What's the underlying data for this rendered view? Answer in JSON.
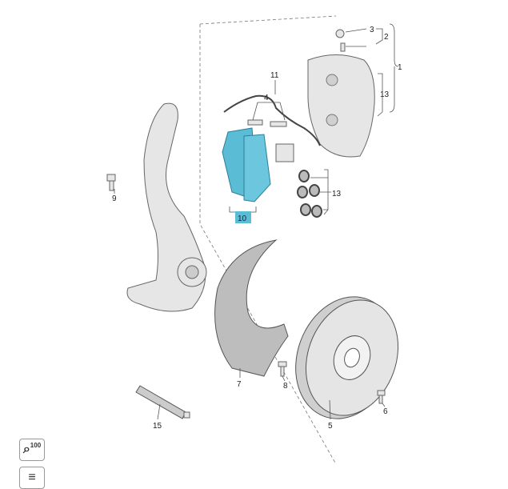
{
  "diagram": {
    "callouts": {
      "c1": "1",
      "c2": "2",
      "c3": "3",
      "c4": "4",
      "c5": "5",
      "c6": "6",
      "c7": "7",
      "c8": "8",
      "c9": "9",
      "c10": "10",
      "c11": "11",
      "c13a": "13",
      "c13b": "13",
      "c15": "15"
    },
    "highlight_color": "#5bbcd6",
    "highlighted_part": "10"
  },
  "toolbar": {
    "zoom_button_label": "100"
  }
}
